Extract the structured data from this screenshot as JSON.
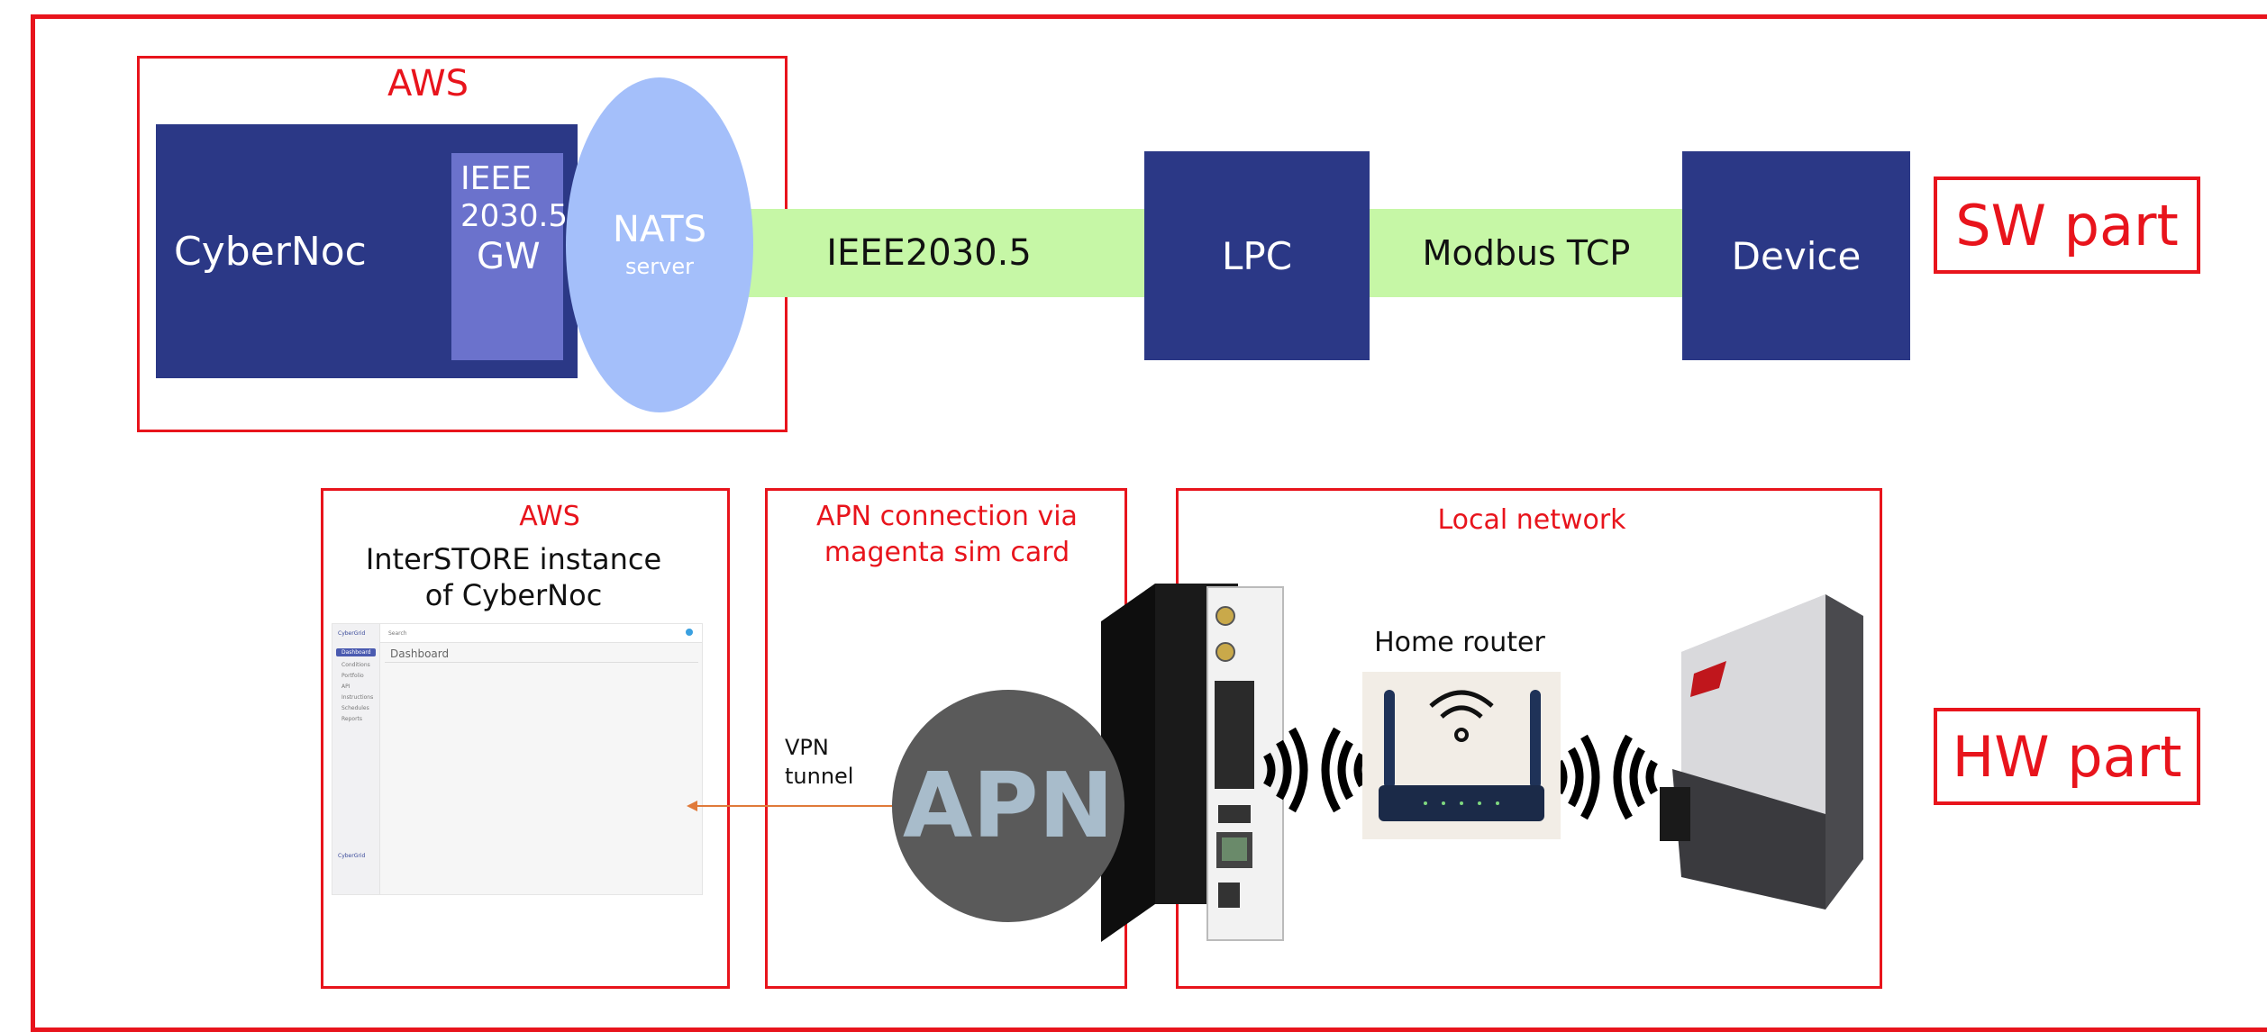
{
  "sw": {
    "aws_label": "AWS",
    "cybernoc": "CyberNoc",
    "gw_line1": "IEEE",
    "gw_line2": "2030.5",
    "gw_line3": "GW",
    "nats": "NATS",
    "nats_sub": "server",
    "link1": "IEEE2030.5",
    "lpc": "LPC",
    "link2": "Modbus TCP",
    "device": "Device",
    "part_label": "SW part"
  },
  "hw": {
    "aws_label": "AWS",
    "instance_line1": "InterSTORE instance",
    "instance_line2": "of CyberNoc",
    "apn_title_line1": "APN connection via",
    "apn_title_line2": "magenta sim card",
    "vpn_line1": "VPN",
    "vpn_line2": "tunnel",
    "apn": "APN",
    "local_network": "Local network",
    "home_router": "Home router",
    "part_label": "HW part"
  },
  "dashboard": {
    "brand": "CyberGrid",
    "search_placeholder": "Search",
    "title": "Dashboard",
    "sidebar": [
      "Dashboard",
      "Conditions",
      "Portfolio",
      "API",
      "Instructions",
      "Schedules",
      "Reports"
    ],
    "footer_brand": "CyberGrid"
  },
  "colors": {
    "frame": "#e8141c",
    "navy": "#2b3886",
    "gw": "#6b72cc",
    "nats": "#a4bffa",
    "link": "#c6f7a6",
    "apn_circle": "#5a5a5a",
    "apn_text": "#a8bccb",
    "arrow": "#e07a3a"
  }
}
